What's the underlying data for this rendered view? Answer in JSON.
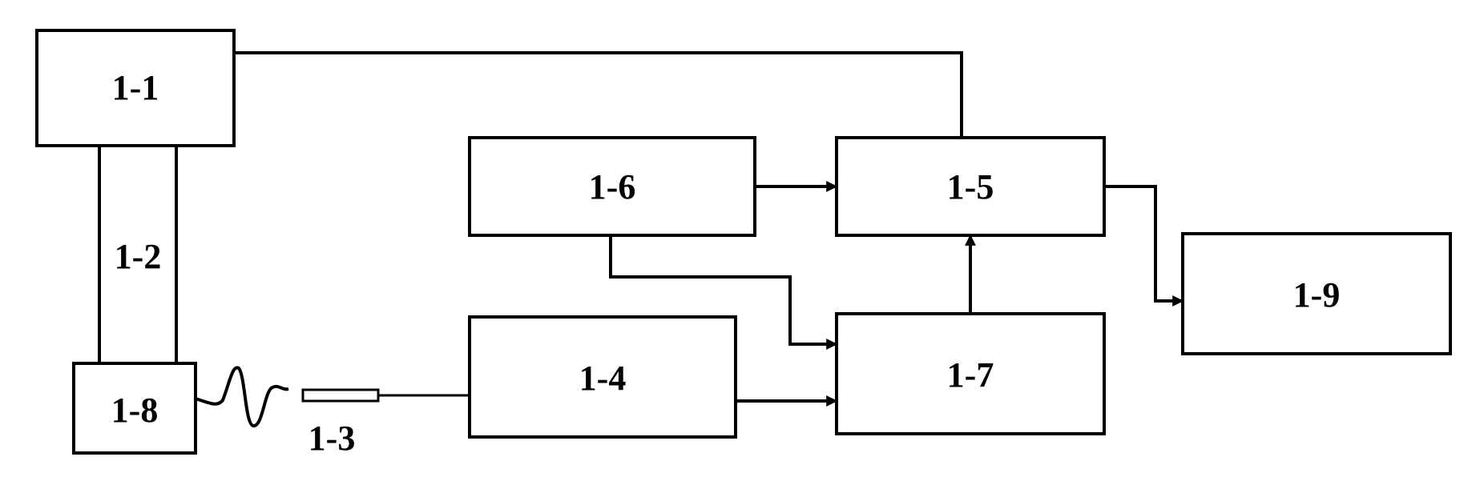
{
  "blocks": {
    "b1_1": "1-1",
    "b1_2": "1-2",
    "b1_3": "1-3",
    "b1_4": "1-4",
    "b1_5": "1-5",
    "b1_6": "1-6",
    "b1_7": "1-7",
    "b1_8": "1-8",
    "b1_9": "1-9"
  },
  "colors": {
    "line": "#000000",
    "background": "#ffffff"
  }
}
